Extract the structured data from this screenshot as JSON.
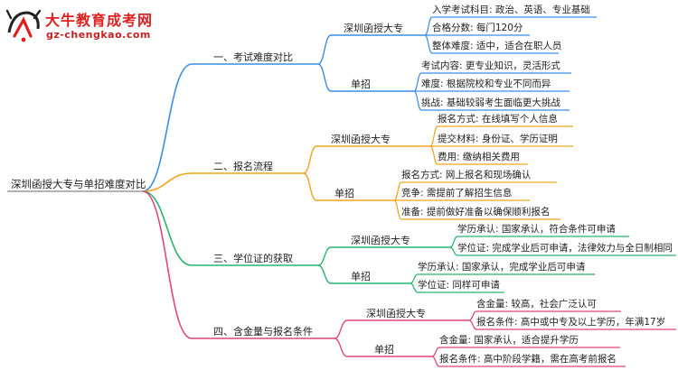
{
  "brand": {
    "name": "大牛教育成考网",
    "site": "gz-chengkao.com"
  },
  "root": "深圳函授大专与单招难度对比",
  "branches": [
    {
      "label": "一、考试难度对比",
      "color": "#3a8ee6",
      "subs": [
        {
          "label": "深圳函授大专",
          "leaves": [
            "入学考试科目: 政治、英语、专业基础",
            "合格分数: 每门120分",
            "整体难度: 适中，适合在职人员"
          ]
        },
        {
          "label": "单招",
          "leaves": [
            "考试内容: 更专业知识，灵活形式",
            "难度: 根据院校和专业不同而异",
            "挑战: 基础较弱考生面临更大挑战"
          ]
        }
      ]
    },
    {
      "label": "二、报名流程",
      "color": "#f1a31c",
      "subs": [
        {
          "label": "深圳函授大专",
          "leaves": [
            "报名方式: 在线填写个人信息",
            "提交材料: 身份证、学历证明",
            "费用: 缴纳相关费用"
          ]
        },
        {
          "label": "单招",
          "leaves": [
            "报名方式: 网上报名和现场确认",
            "竞争: 需提前了解招生信息",
            "准备: 提前做好准备以确保顺利报名"
          ]
        }
      ]
    },
    {
      "label": "三、学位证的获取",
      "color": "#27b56e",
      "subs": [
        {
          "label": "深圳函授大专",
          "leaves": [
            "学历承认: 国家承认，符合条件可申请",
            "学位证: 完成学业后可申请，法律效力与全日制相同"
          ]
        },
        {
          "label": "单招",
          "leaves": [
            "学历承认: 国家承认，完成学业后可申请",
            "学位证: 同样可申请"
          ]
        }
      ]
    },
    {
      "label": "四、含金量与报名条件",
      "color": "#e0457b",
      "subs": [
        {
          "label": "深圳函授大专",
          "leaves": [
            "含金量: 较高，社会广泛认可",
            "报名条件: 高中或中专及以上学历，年满17岁"
          ]
        },
        {
          "label": "单招",
          "leaves": [
            "含金量: 国家承认，适合提升学历",
            "报名条件: 高中阶段学籍，需在高考前报名"
          ]
        }
      ]
    }
  ]
}
